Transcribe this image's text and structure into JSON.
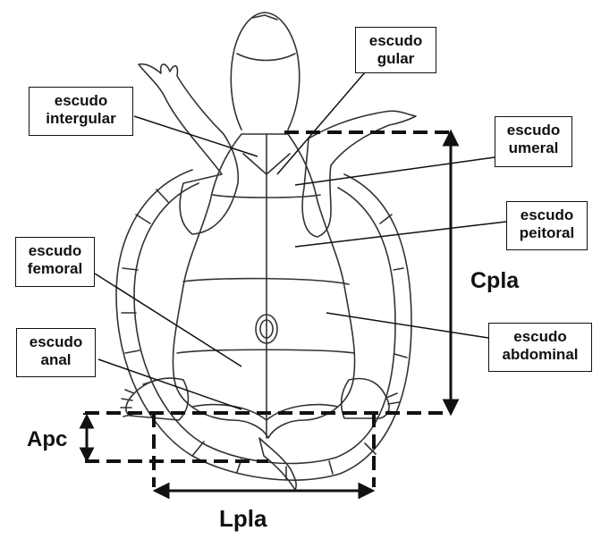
{
  "labels": {
    "gular": {
      "line1": "escudo",
      "line2": "gular"
    },
    "intergular": {
      "line1": "escudo",
      "line2": "intergular"
    },
    "umeral": {
      "line1": "escudo",
      "line2": "umeral"
    },
    "peitoral": {
      "line1": "escudo",
      "line2": "peitoral"
    },
    "femoral": {
      "line1": "escudo",
      "line2": "femoral"
    },
    "abdominal": {
      "line1": "escudo",
      "line2": "abdominal"
    },
    "anal": {
      "line1": "escudo",
      "line2": "anal"
    }
  },
  "measurements": {
    "cpla": "Cpla",
    "lpla": "Lpla",
    "apc": "Apc"
  }
}
